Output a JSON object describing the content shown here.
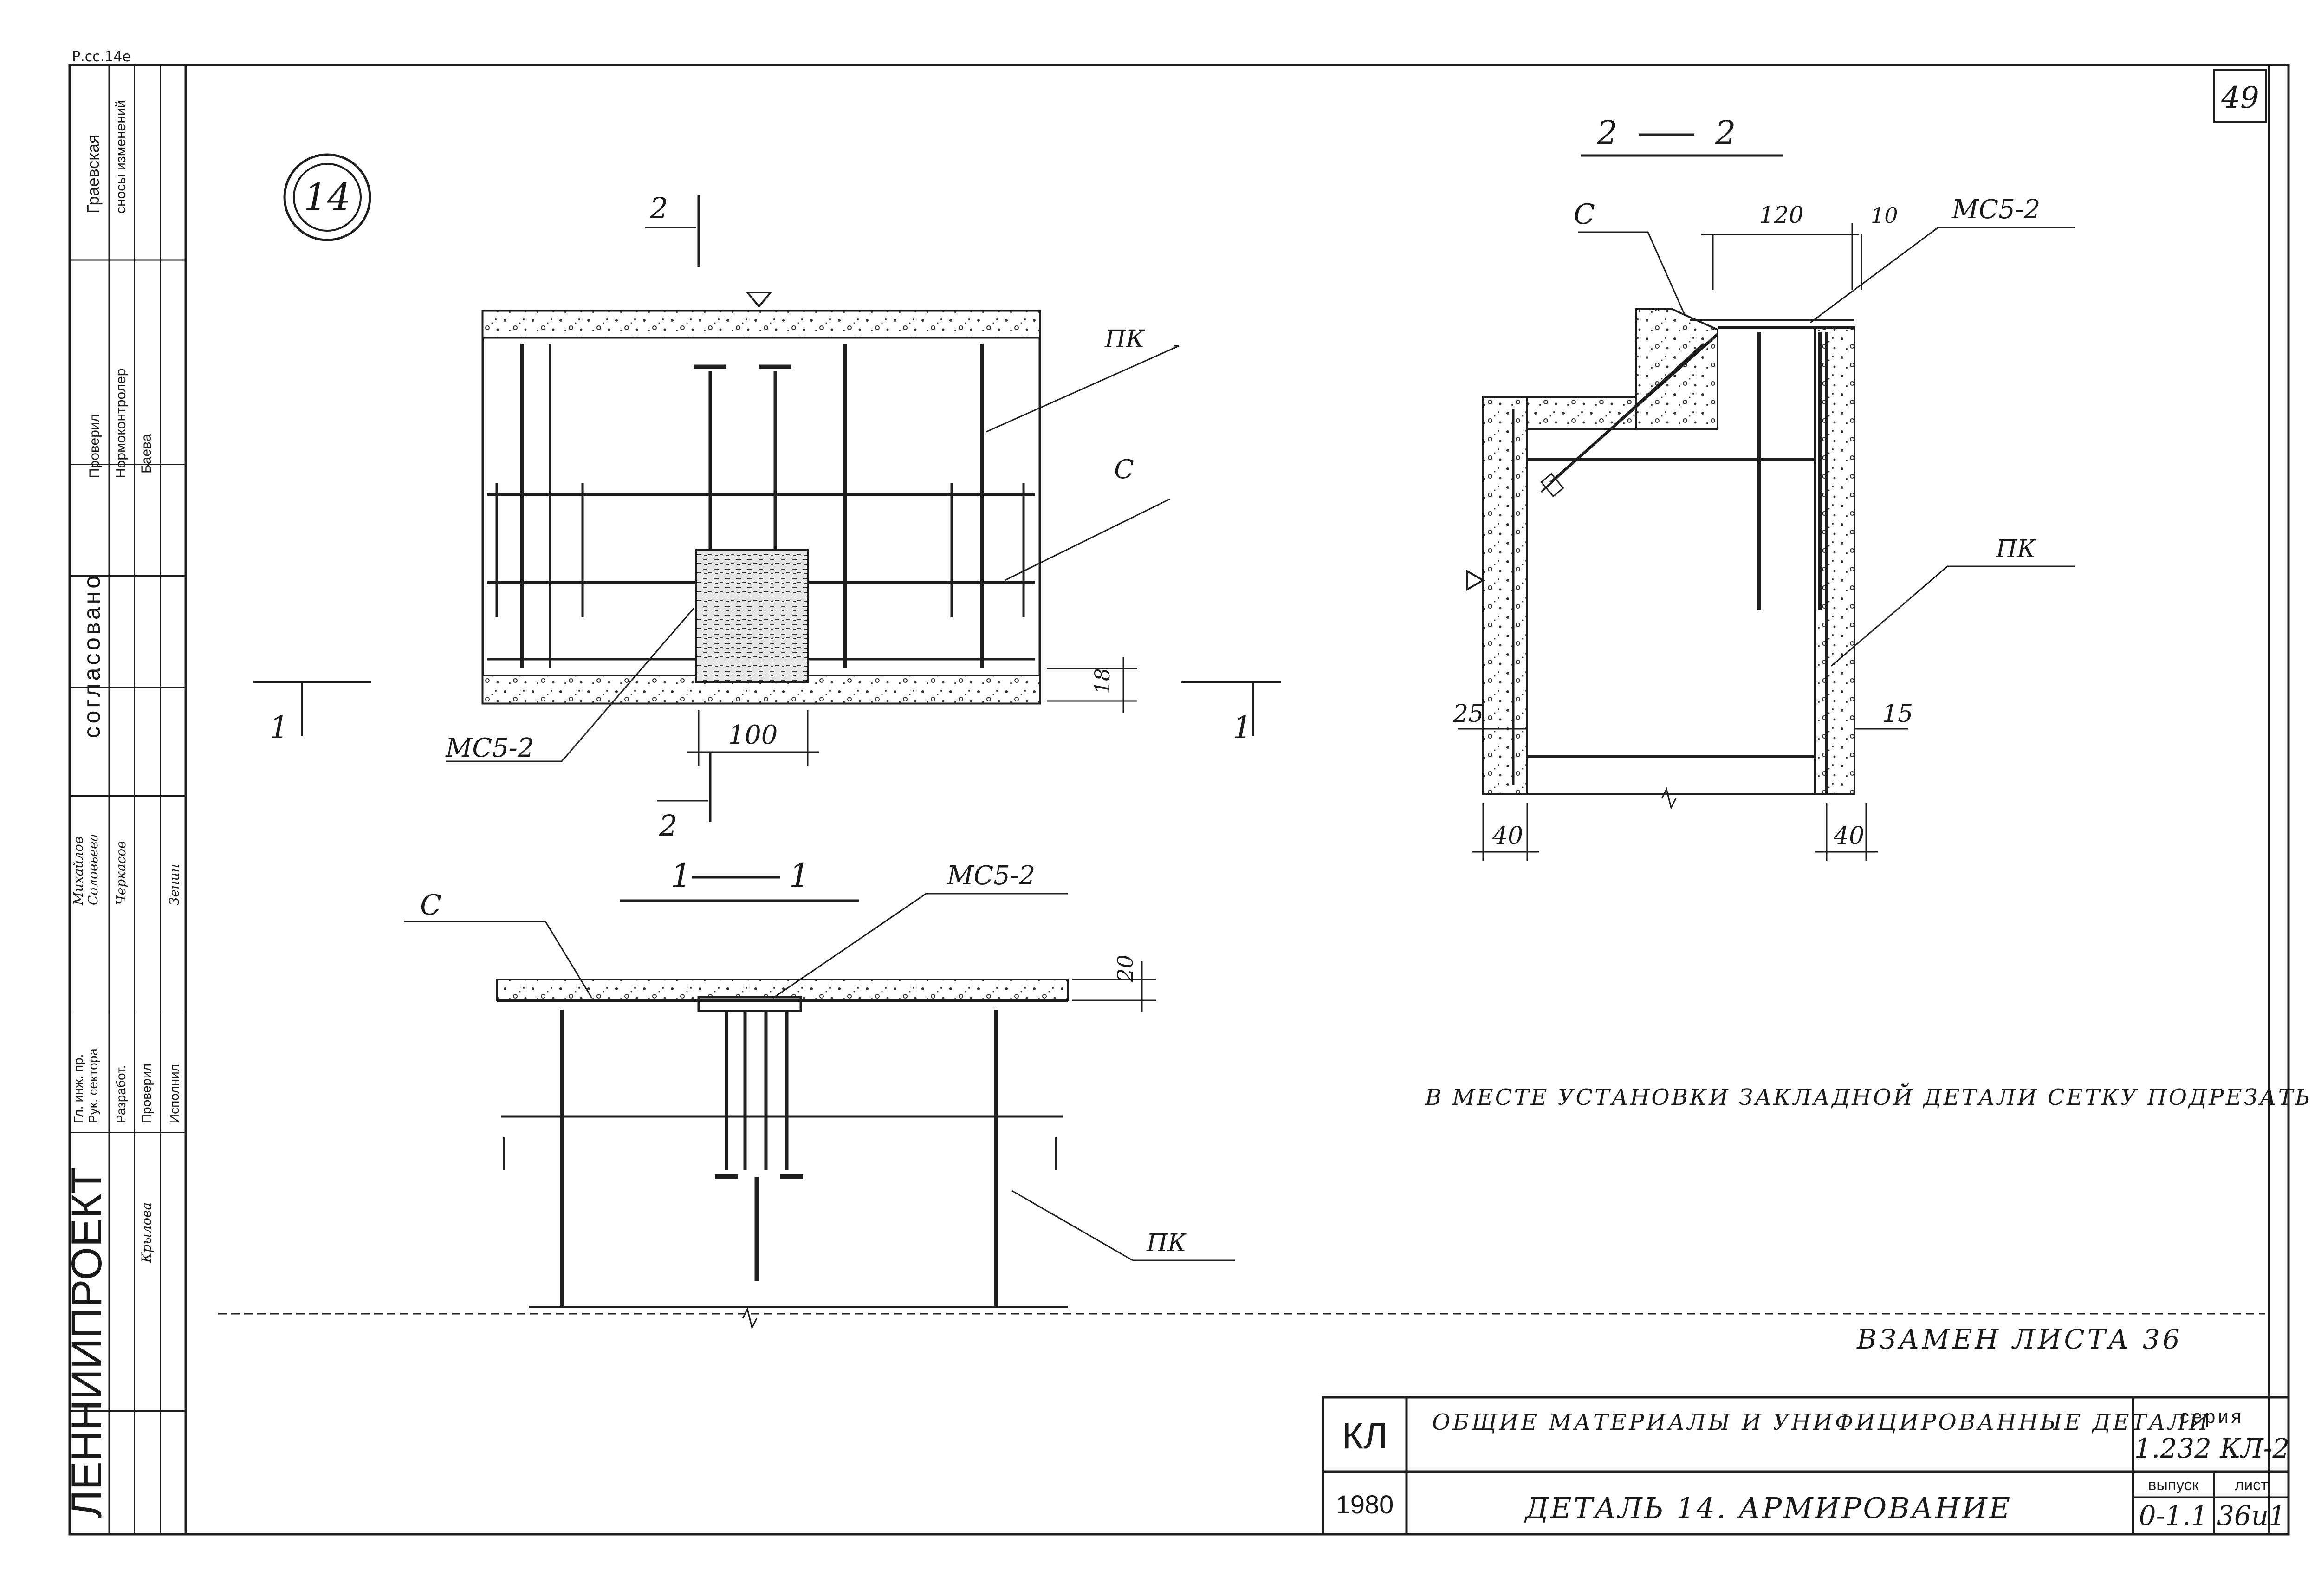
{
  "sheet": {
    "corner_tag": "Р.сс.14е",
    "sheet_number": "49",
    "detail_number": "14",
    "replaces_note": "ВЗАМЕН ЛИСТА 36",
    "note": "В МЕСТЕ УСТАНОВКИ ЗАКЛАДНОЙ ДЕТАЛИ СЕТКУ ПОДРЕЗАТЬ"
  },
  "views": {
    "plan": {
      "label_pk": "ПК",
      "label_c": "С",
      "label_part": "МС5-2",
      "dim_width": "100",
      "dim_edge": "18",
      "cut_top": "2",
      "cut_bottom": "2",
      "cut_left": "1",
      "cut_right": "1"
    },
    "section_11": {
      "title_left": "1",
      "title_right": "1",
      "label_c": "С",
      "label_part": "МС5-2",
      "label_pk": "ПК",
      "dim_top": "20"
    },
    "section_22": {
      "title_left": "2",
      "title_right": "2",
      "label_c": "С",
      "label_part": "МС5-2",
      "label_pk": "ПК",
      "dim_120": "120",
      "dim_10": "10",
      "dim_25": "25",
      "dim_15": "15",
      "dim_40_left": "40",
      "dim_40_right": "40"
    }
  },
  "left_strip": {
    "org": "ЛЕННИИПРОЕКТ",
    "agreed": "согласовано",
    "changes": "сносы изменений",
    "roles": [
      "Гл. инж. пр.",
      "Рук. сектора",
      "Разработ.",
      "Проверил",
      "Исполнил"
    ],
    "names": [
      "Михайлов",
      "Соловьева",
      "Черкасов",
      "Крылова",
      "Зенин"
    ],
    "top_roles": [
      "Проверил",
      "Нормоконтролер"
    ],
    "top_names": [
      "Граевская",
      "Баева"
    ]
  },
  "title_block": {
    "org_code": "КЛ",
    "year": "1980",
    "subject": "ОБЩИЕ МАТЕРИАЛЫ И УНИФИЦИРОВАННЫЕ ДЕТАЛИ",
    "drawing_title": "ДЕТАЛЬ 14. АРМИРОВАНИЕ",
    "series_label": "серия",
    "series_value": "1.232 КЛ-2",
    "issue_label": "выпуск",
    "issue_value": "0-1.1",
    "sheet_label": "лист",
    "sheet_value": "36и1"
  }
}
